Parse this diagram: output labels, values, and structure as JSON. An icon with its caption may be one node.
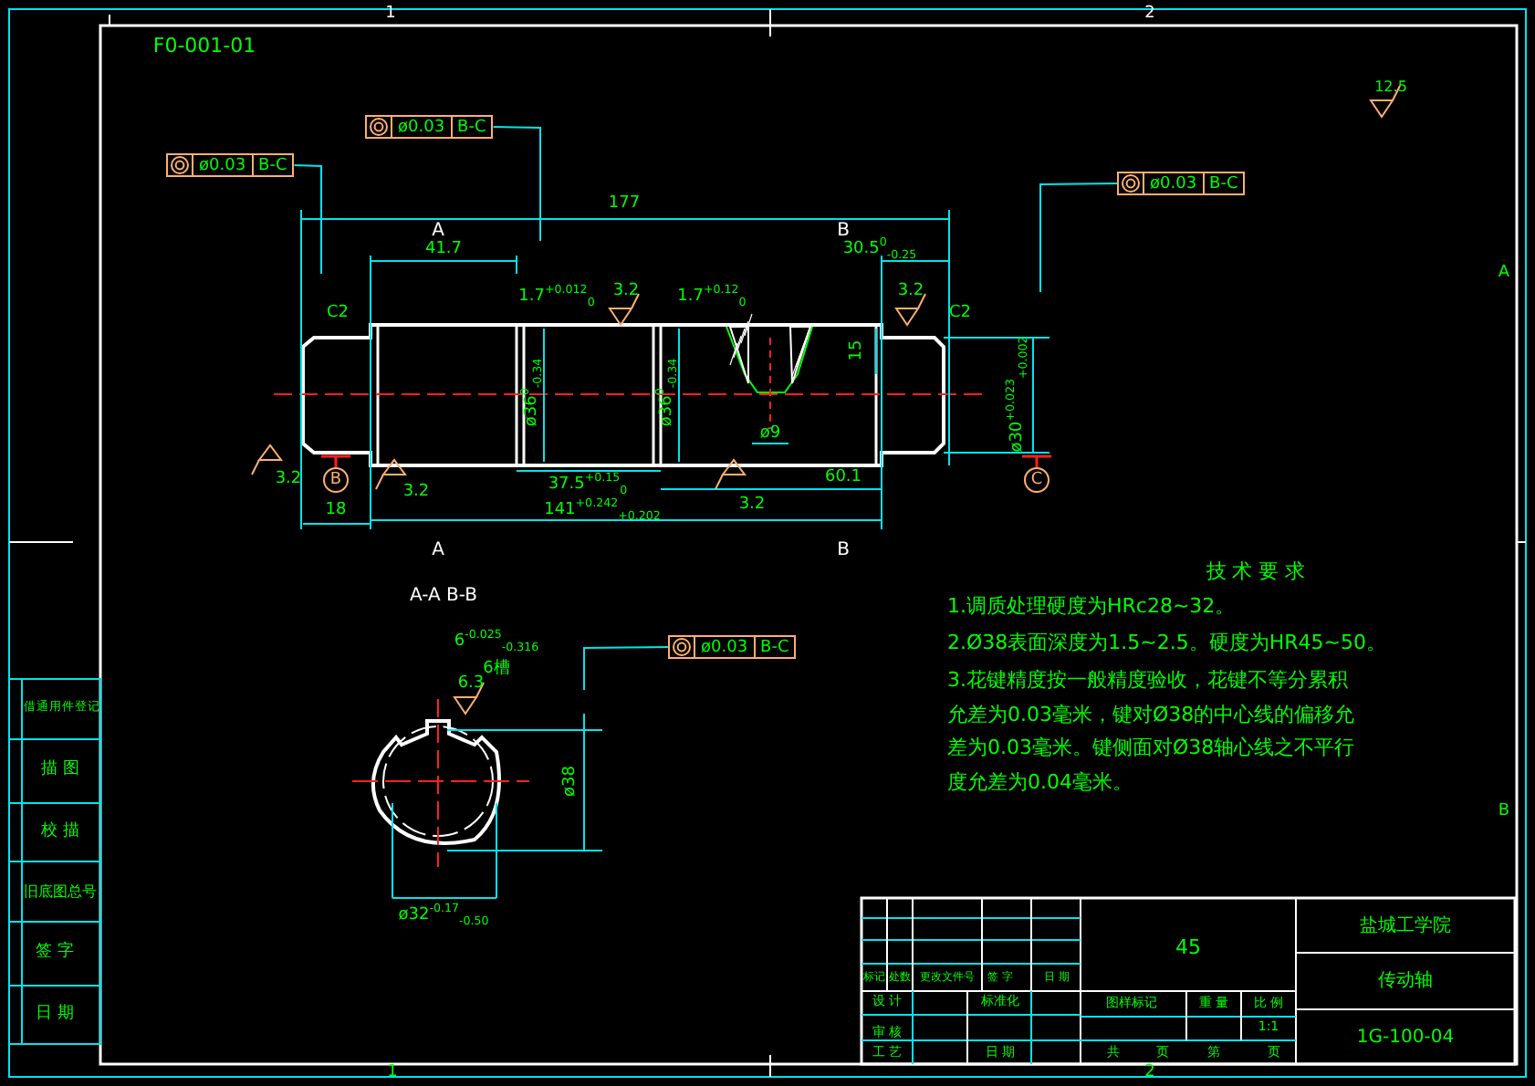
{
  "diagram": {
    "nodes": [
      {
        "text": [
          "ø0.03",
          "B-C"
        ]
      },
      {
        "text": [
          "ø0.03",
          "B-C"
        ]
      },
      {
        "text": [
          "ø0.03",
          "B-C"
        ]
      },
      {
        "text": [
          "ø0.03",
          "B-C"
        ]
      },
      {
        "text": [
          "B"
        ]
      },
      {
        "text": [
          "C"
        ]
      }
    ],
    "edges": [
      {
        "from": 0,
        "to": null,
        "arrow": "none"
      },
      {
        "from": 1,
        "to": null,
        "arrow": "none"
      },
      {
        "from": 2,
        "to": null,
        "arrow": "none"
      },
      {
        "from": 3,
        "to": null,
        "arrow": "none"
      }
    ],
    "labels": [
      "F0-001-01",
      "12.5",
      "1",
      "2",
      "A",
      "B",
      "1",
      "2",
      "177",
      "A",
      "B",
      "41.7",
      "30.5$^{0}$$_{-0.25}$",
      "1.7$^{+0.012}$$_{0}$",
      "3.2",
      "1.7$^{+0.12}$$_{0}$",
      "C2",
      "3.2",
      "C2",
      "15",
      "ø36$^{0}$$_{-0.34}$",
      "ø36$^{0}$$_{-0.34}$",
      "ø30$^{+0.023}$$_{+0.002}$",
      "ø9",
      "3.2",
      "3.2",
      "37.5$^{+0.15}$$_{0}$",
      "3.2",
      "60.1",
      "141$^{+0.242}$$_{+0.202}$",
      "18",
      "A",
      "B",
      "A-A  B-B",
      "6$^{-0.025}$$_{-0.316}$",
      "6槽",
      "6.3",
      "ø38",
      "ø32$^{-0.17}$$_{-0.50}$",
      "技 术 要 求",
      "1.调质处理硬度为HRc28~32。",
      "2.Ø38表面深度为1.5~2.5。硬度为HR45~50。",
      "3.花键精度按一般精度验收，花键不等分累积允差为0.03毫米，键对Ø38的中心线的偏移允差为0.03毫米。键侧面对Ø38轴心线之不平行度允差为0.04毫米。",
      "借通用件登记",
      "描 图",
      "校 描",
      "旧底图总号",
      "签 字",
      "日 期",
      "45",
      "盐城工学院",
      "传动轴",
      "1G-100-04",
      "标记",
      "处数",
      "更改文件号",
      "签 字",
      "日 期",
      "设 计",
      "标准化",
      "审 核",
      "工 艺",
      "日 期",
      "图样标记",
      "重 量",
      "比 例",
      "1:1",
      "共",
      "页",
      "第",
      "页"
    ]
  }
}
